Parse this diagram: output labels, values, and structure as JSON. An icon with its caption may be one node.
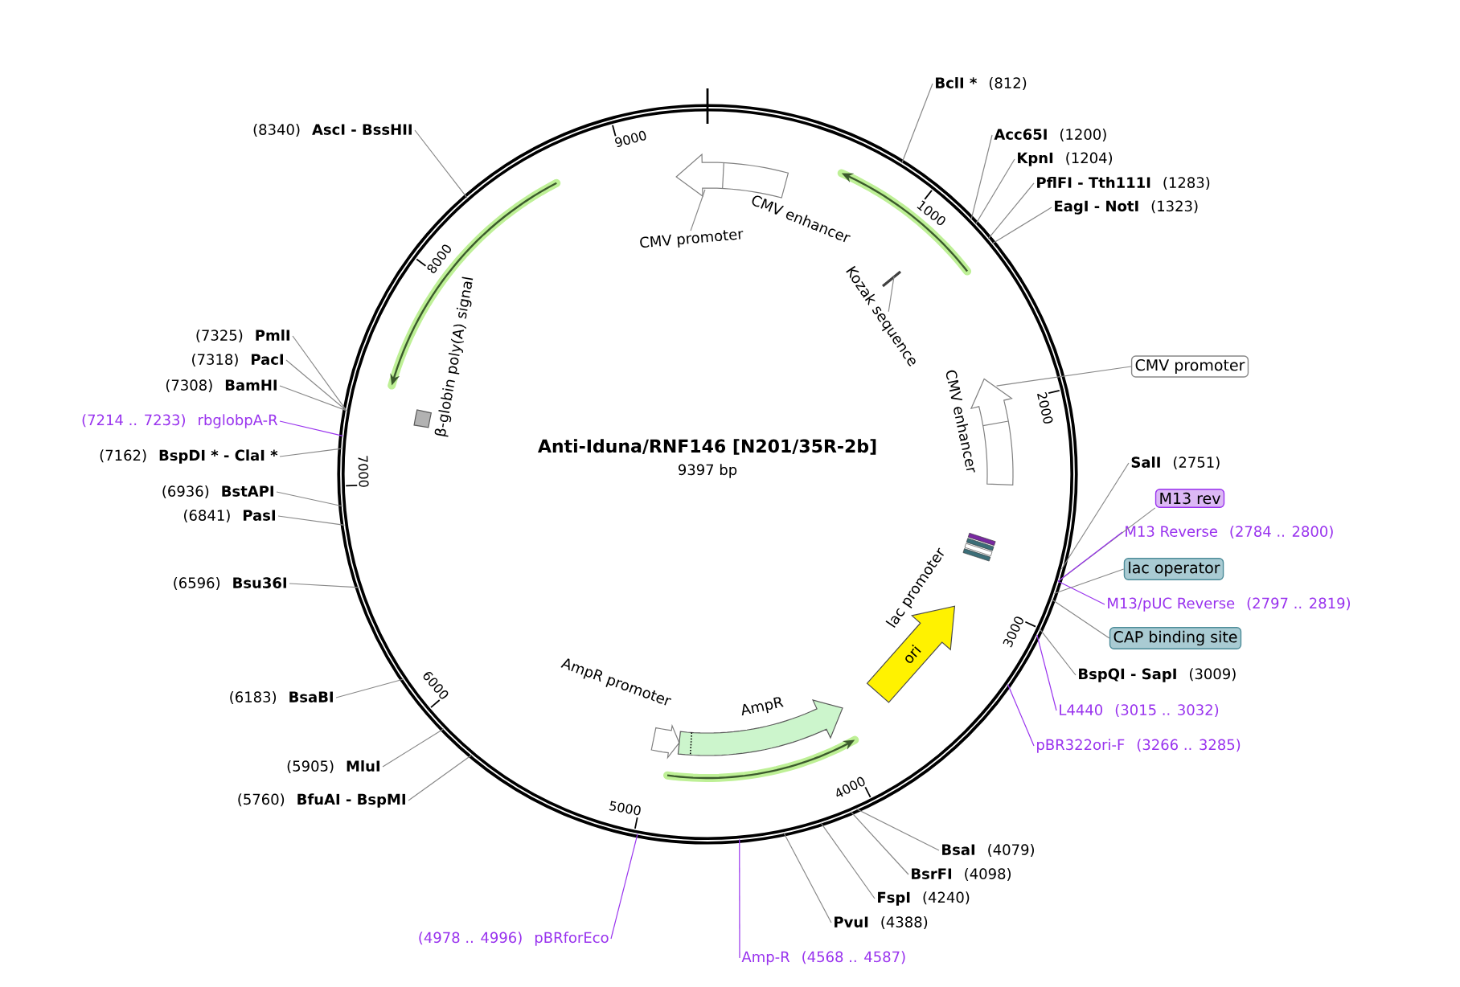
{
  "diagram": {
    "title": "Anti-Iduna/RNF146 [N201/35R-2b]",
    "nodes": [
      {
        "text": [],
        "shape": "circle"
      },
      {
        "text": [
          "CMV enhancer"
        ],
        "in": 0
      },
      {
        "text": [
          "CMV promoter"
        ],
        "in": 0
      },
      {
        "text": [
          "Kozak sequence"
        ],
        "in": 0
      },
      {
        "text": [
          "CMV enhancer"
        ],
        "in": 0
      },
      {
        "text": [
          "β-globin poly(A) signal"
        ],
        "in": 0
      },
      {
        "text": [
          "AmpR promoter"
        ],
        "in": 0
      },
      {
        "text": [
          "AmpR"
        ],
        "in": 0
      },
      {
        "text": [
          "ori"
        ],
        "in": 0
      },
      {
        "text": [
          "lac promoter"
        ],
        "in": 0
      },
      {
        "text": [
          "CMV promoter"
        ]
      },
      {
        "text": [
          "SalI",
          "(2751)"
        ]
      },
      {
        "text": [
          "M13 rev"
        ]
      },
      {
        "text": [
          "M13 Reverse",
          "(2784 .. 2800)"
        ]
      },
      {
        "text": [
          "lac operator"
        ]
      },
      {
        "text": [
          "M13/pUC Reverse",
          "(2797 .. 2819)"
        ]
      },
      {
        "text": [
          "CAP binding site"
        ]
      },
      {
        "text": [
          "BspQI - SapI",
          "(3009)"
        ]
      },
      {
        "text": [
          "L4440",
          "(3015 .. 3032)"
        ]
      },
      {
        "text": [
          "pBR322ori-F",
          "(3266 .. 3285)"
        ]
      },
      {
        "text": [
          "BsaI",
          "(4079)"
        ]
      },
      {
        "text": [
          "BsrFI",
          "(4098)"
        ]
      },
      {
        "text": [
          "FspI",
          "(4240)"
        ]
      },
      {
        "text": [
          "PvuI",
          "(4388)"
        ]
      },
      {
        "text": [
          "Amp-R",
          "(4568 .. 4587)"
        ]
      },
      {
        "text": [
          "(4978 .. 4996)",
          "pBRforEco"
        ]
      },
      {
        "text": [
          "(5760)",
          "BfuAI - BspMI"
        ]
      },
      {
        "text": [
          "(5905)",
          "MluI"
        ]
      },
      {
        "text": [
          "(6183)",
          "BsaBI"
        ]
      },
      {
        "text": [
          "(6596)",
          "Bsu36I"
        ]
      },
      {
        "text": [
          "(6841)",
          "PasI"
        ]
      },
      {
        "text": [
          "(6936)",
          "BstAPI"
        ]
      },
      {
        "text": [
          "(7162)",
          "BspDI * - ClaI *"
        ]
      },
      {
        "text": [
          "(7214 .. 7233)",
          "rbglobpA-R"
        ]
      },
      {
        "text": [
          "(7308)",
          "BamHI"
        ]
      },
      {
        "text": [
          "(7318)",
          "PacI"
        ]
      },
      {
        "text": [
          "(7325)",
          "PmlI"
        ]
      },
      {
        "text": [
          "(8340)",
          "AscI - BssHII"
        ]
      },
      {
        "text": [
          "BclI *",
          "(812)"
        ]
      },
      {
        "text": [
          "Acc65I",
          "(1200)"
        ]
      },
      {
        "text": [
          "KpnI",
          "(1204)"
        ]
      },
      {
        "text": [
          "PflFI - Tth111I",
          "(1283)"
        ]
      },
      {
        "text": [
          "EagI - NotI",
          "(1323)"
        ]
      }
    ],
    "edges": [
      {
        "from": 2,
        "to": 1,
        "arrow": "none"
      },
      {
        "from": 3,
        "to": null,
        "arrow": "none"
      },
      {
        "from": 10,
        "to": 4,
        "arrow": "none"
      },
      {
        "from": 11,
        "to": 0,
        "arrow": "none"
      },
      {
        "from": 12,
        "to": 0,
        "arrow": "none"
      },
      {
        "from": 13,
        "to": 0,
        "arrow": "none",
        "color": "#9933ee"
      },
      {
        "from": 14,
        "to": 0,
        "arrow": "none"
      },
      {
        "from": 15,
        "to": 0,
        "arrow": "none",
        "color": "#9933ee"
      },
      {
        "from": 16,
        "to": 0,
        "arrow": "none"
      },
      {
        "from": 17,
        "to": 0,
        "arrow": "none"
      },
      {
        "from": 18,
        "to": 0,
        "arrow": "none",
        "color": "#9933ee"
      },
      {
        "from": 19,
        "to": 0,
        "arrow": "none",
        "color": "#9933ee"
      },
      {
        "from": 20,
        "to": 0,
        "arrow": "none"
      },
      {
        "from": 21,
        "to": 0,
        "arrow": "none"
      },
      {
        "from": 22,
        "to": 0,
        "arrow": "none"
      },
      {
        "from": 23,
        "to": 0,
        "arrow": "none"
      },
      {
        "from": 24,
        "to": 0,
        "arrow": "none",
        "color": "#9933ee"
      },
      {
        "from": 25,
        "to": 0,
        "arrow": "none",
        "color": "#9933ee"
      },
      {
        "from": 26,
        "to": 0,
        "arrow": "none"
      },
      {
        "from": 27,
        "to": 0,
        "arrow": "none"
      },
      {
        "from": 28,
        "to": 0,
        "arrow": "none"
      },
      {
        "from": 29,
        "to": 0,
        "arrow": "none"
      },
      {
        "from": 30,
        "to": 0,
        "arrow": "none"
      },
      {
        "from": 31,
        "to": 0,
        "arrow": "none"
      },
      {
        "from": 32,
        "to": 0,
        "arrow": "none"
      },
      {
        "from": 33,
        "to": 0,
        "arrow": "none",
        "color": "#9933ee"
      },
      {
        "from": 34,
        "to": 0,
        "arrow": "none"
      },
      {
        "from": 35,
        "to": 0,
        "arrow": "none"
      },
      {
        "from": 36,
        "to": 0,
        "arrow": "none"
      },
      {
        "from": 37,
        "to": 0,
        "arrow": "none"
      },
      {
        "from": 38,
        "to": 0,
        "arrow": "none"
      },
      {
        "from": 39,
        "to": 0,
        "arrow": "none"
      },
      {
        "from": 40,
        "to": 0,
        "arrow": "none"
      },
      {
        "from": 41,
        "to": 0,
        "arrow": "none"
      },
      {
        "from": 42,
        "to": 0,
        "arrow": "none"
      }
    ],
    "labels": [
      "9397 bp",
      "1000",
      "2000",
      "3000",
      "4000",
      "5000",
      "6000",
      "7000",
      "8000",
      "9000"
    ]
  }
}
